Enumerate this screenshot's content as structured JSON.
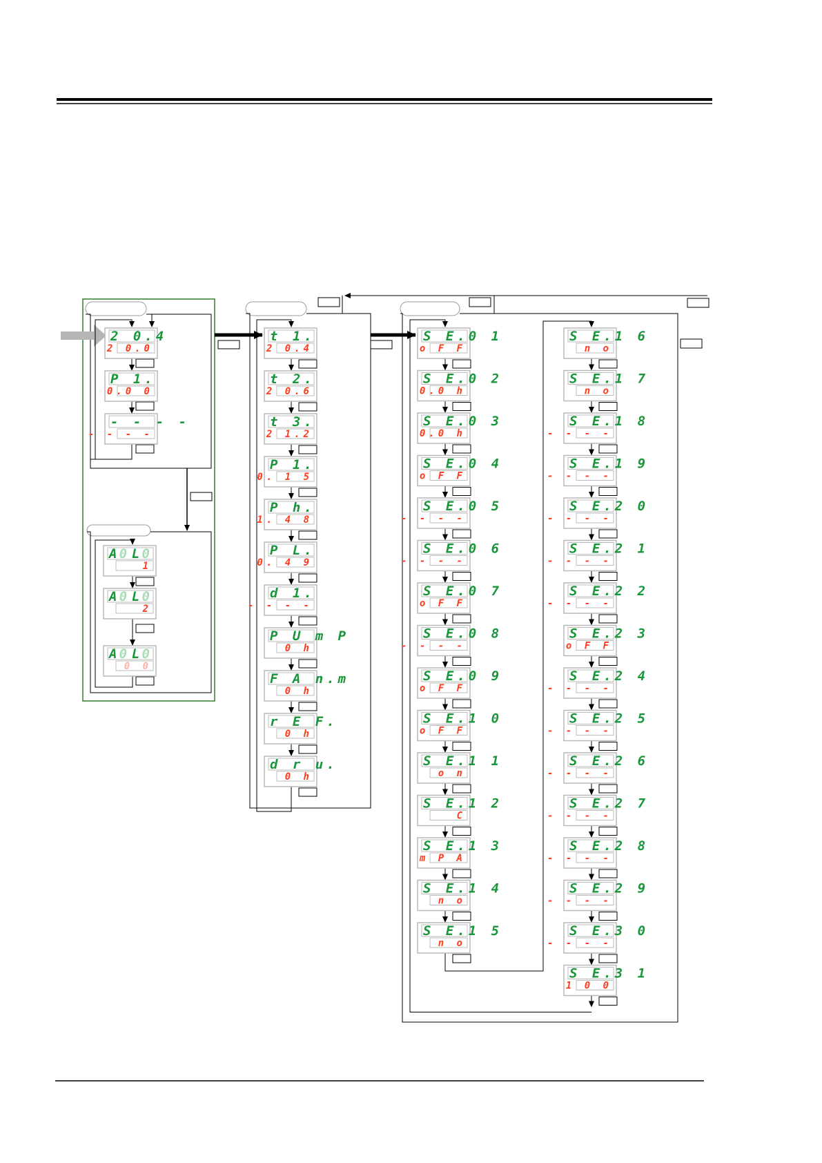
{
  "colors": {
    "segment_green": "#19963a",
    "segment_red": "#ff3b1c",
    "frame_green": "#2d7d2d",
    "entry_arrow_gray": "#b5b5b5"
  },
  "monitor_group": {
    "displays": [
      {
        "top": "2 0.4",
        "bottom": "2 0.0"
      },
      {
        "top": "P 1.",
        "bottom": "0.0 0"
      },
      {
        "top": "- - - -",
        "bottom": "- - - -"
      }
    ]
  },
  "alarm_group": {
    "displays": [
      {
        "top": "A L",
        "top_dim": "0 0",
        "bottom": "1"
      },
      {
        "top": "A L",
        "top_dim": "0 0",
        "bottom": "2"
      },
      {
        "top": "A L",
        "top_dim": "0 0",
        "bottom": "0 0",
        "bottom_dim": true
      }
    ]
  },
  "operation_group": {
    "displays": [
      {
        "top": "t 1.",
        "bottom": "2 0.4"
      },
      {
        "top": "t 2.",
        "bottom": "2 0.6"
      },
      {
        "top": "t 3.",
        "bottom": "2 1.2"
      },
      {
        "top": "P 1.",
        "bottom": "0. 1 5"
      },
      {
        "top": "P h.",
        "bottom": "1. 4 8"
      },
      {
        "top": "P L.",
        "bottom": "0. 4 9"
      },
      {
        "top": "d 1.",
        "bottom": "- - - -"
      },
      {
        "top": "P U m P",
        "bottom": "0 h"
      },
      {
        "top": "F A n.m",
        "bottom": "0 h"
      },
      {
        "top": "r E F.",
        "bottom": "0 h"
      },
      {
        "top": "d r u.",
        "bottom": "0 h"
      }
    ]
  },
  "setting_group": {
    "column1": [
      {
        "top": "S E.0 1",
        "bottom": "o F F"
      },
      {
        "top": "S E.0 2",
        "bottom": "0.0 h"
      },
      {
        "top": "S E.0 3",
        "bottom": "0.0 h"
      },
      {
        "top": "S E.0 4",
        "bottom": "o F F"
      },
      {
        "top": "S E.0 5",
        "bottom": "- - - -"
      },
      {
        "top": "S E.0 6",
        "bottom": "- - - -"
      },
      {
        "top": "S E.0 7",
        "bottom": "o F F"
      },
      {
        "top": "S E.0 8",
        "bottom": "- - - -"
      },
      {
        "top": "S E.0 9",
        "bottom": "o F F"
      },
      {
        "top": "S E.1 0",
        "bottom": "o F F"
      },
      {
        "top": "S E.1 1",
        "bottom": "o n"
      },
      {
        "top": "S E.1 2",
        "bottom": "C"
      },
      {
        "top": "S E.1 3",
        "bottom": "m P A"
      },
      {
        "top": "S E.1 4",
        "bottom": "n o"
      },
      {
        "top": "S E.1 5",
        "bottom": "n o"
      }
    ],
    "column2": [
      {
        "top": "S E.1 6",
        "bottom": "n o"
      },
      {
        "top": "S E.1 7",
        "bottom": "n o"
      },
      {
        "top": "S E.1 8",
        "bottom": "- - - -"
      },
      {
        "top": "S E.1 9",
        "bottom": "- - - -"
      },
      {
        "top": "S E.2 0",
        "bottom": "- - - -"
      },
      {
        "top": "S E.2 1",
        "bottom": "- - - -"
      },
      {
        "top": "S E.2 2",
        "bottom": "- - - -"
      },
      {
        "top": "S E.2 3",
        "bottom": "o F F"
      },
      {
        "top": "S E.2 4",
        "bottom": "- - - -"
      },
      {
        "top": "S E.2 5",
        "bottom": "- - - -"
      },
      {
        "top": "S E.2 6",
        "bottom": "- - - -"
      },
      {
        "top": "S E.2 7",
        "bottom": "- - - -"
      },
      {
        "top": "S E.2 8",
        "bottom": "- - - -"
      },
      {
        "top": "S E.2 9",
        "bottom": "- - - -"
      },
      {
        "top": "S E.3 0",
        "bottom": "- - - -"
      },
      {
        "top": "S E.3 1",
        "bottom": "1 0 0"
      }
    ]
  }
}
